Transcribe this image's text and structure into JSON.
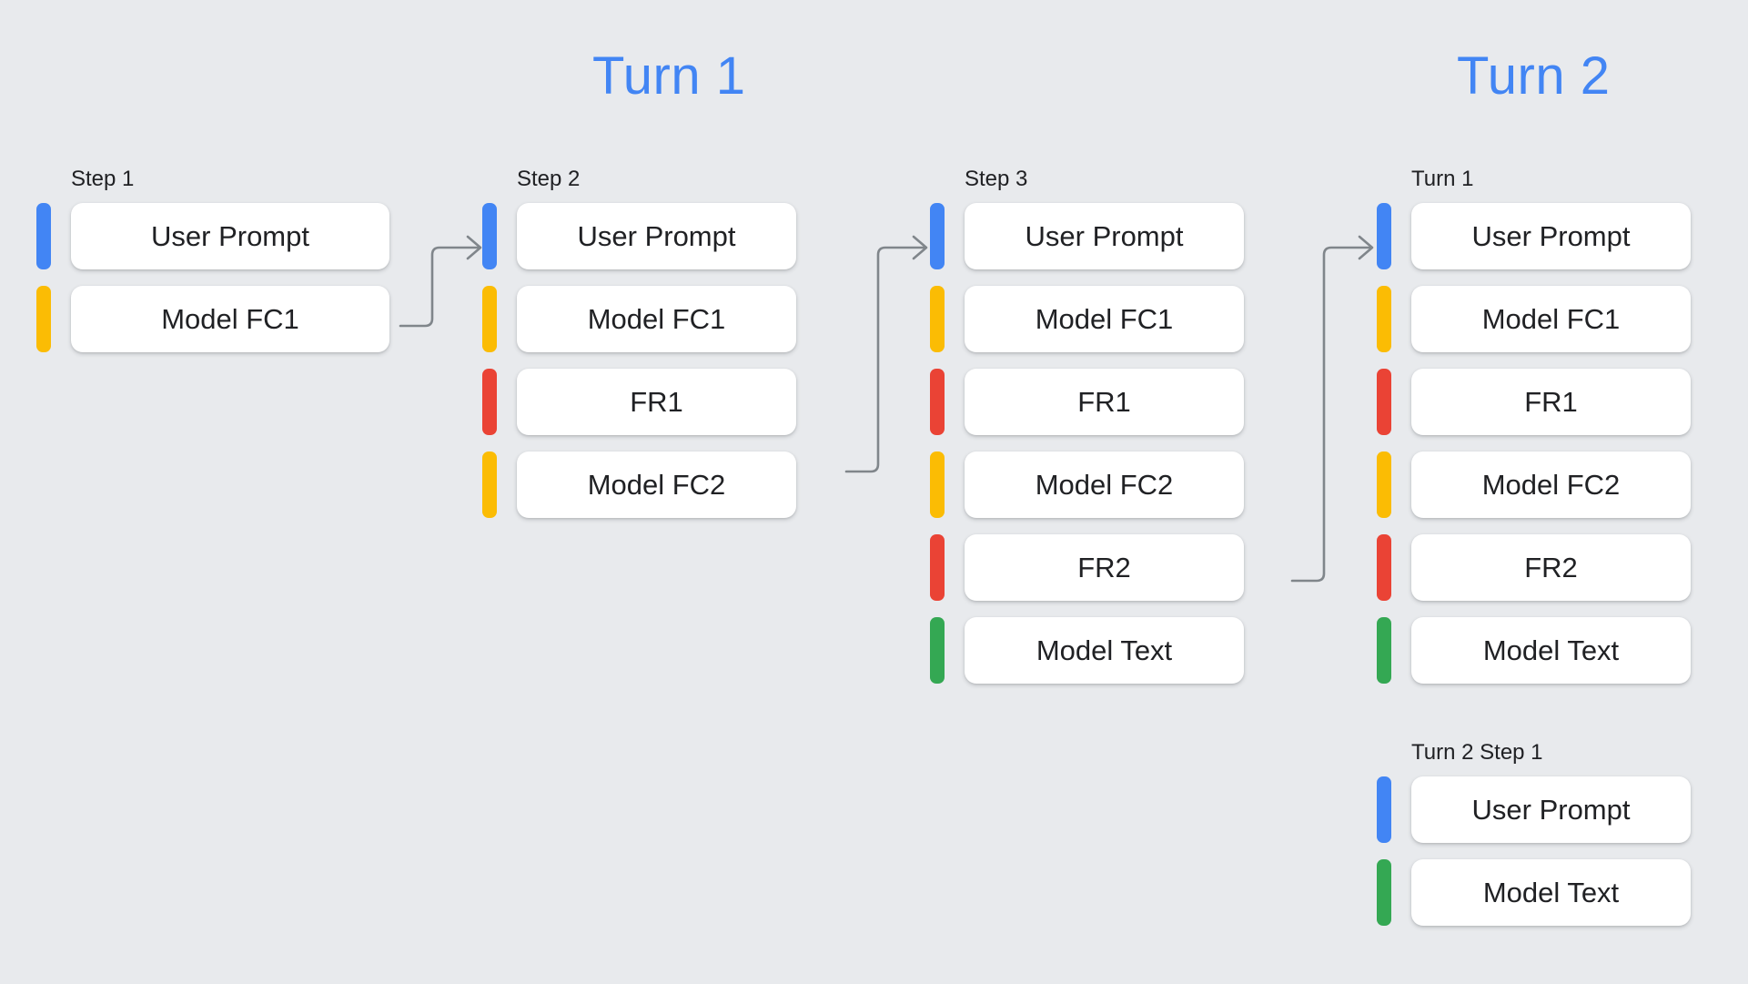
{
  "background_color": "#e8eaed",
  "accent_color": "#4285f4",
  "palette": {
    "blue": "#4285f4",
    "yellow": "#fbbc04",
    "red": "#ea4335",
    "green": "#34a853",
    "connector": "#80868b",
    "card": "#ffffff",
    "text": "#202124"
  },
  "titles": {
    "turn1": "Turn 1",
    "turn2": "Turn 2"
  },
  "groups": [
    {
      "id": "step1",
      "label": "Step 1",
      "rows": [
        {
          "label": "User Prompt",
          "color": "#4285f4",
          "color_name": "blue"
        },
        {
          "label": "Model FC1",
          "color": "#fbbc04",
          "color_name": "yellow"
        }
      ]
    },
    {
      "id": "step2",
      "label": "Step 2",
      "rows": [
        {
          "label": "User Prompt",
          "color": "#4285f4",
          "color_name": "blue"
        },
        {
          "label": "Model FC1",
          "color": "#fbbc04",
          "color_name": "yellow"
        },
        {
          "label": "FR1",
          "color": "#ea4335",
          "color_name": "red"
        },
        {
          "label": "Model FC2",
          "color": "#fbbc04",
          "color_name": "yellow"
        }
      ]
    },
    {
      "id": "step3",
      "label": "Step 3",
      "rows": [
        {
          "label": "User Prompt",
          "color": "#4285f4",
          "color_name": "blue"
        },
        {
          "label": "Model FC1",
          "color": "#fbbc04",
          "color_name": "yellow"
        },
        {
          "label": "FR1",
          "color": "#ea4335",
          "color_name": "red"
        },
        {
          "label": "Model FC2",
          "color": "#fbbc04",
          "color_name": "yellow"
        },
        {
          "label": "FR2",
          "color": "#ea4335",
          "color_name": "red"
        },
        {
          "label": "Model Text",
          "color": "#34a853",
          "color_name": "green"
        }
      ]
    },
    {
      "id": "turn1",
      "label": "Turn 1",
      "rows": [
        {
          "label": "User Prompt",
          "color": "#4285f4",
          "color_name": "blue"
        },
        {
          "label": "Model FC1",
          "color": "#fbbc04",
          "color_name": "yellow"
        },
        {
          "label": "FR1",
          "color": "#ea4335",
          "color_name": "red"
        },
        {
          "label": "Model FC2",
          "color": "#fbbc04",
          "color_name": "yellow"
        },
        {
          "label": "FR2",
          "color": "#ea4335",
          "color_name": "red"
        },
        {
          "label": "Model Text",
          "color": "#34a853",
          "color_name": "green"
        }
      ]
    },
    {
      "id": "turn2step1",
      "label": "Turn 2 Step 1",
      "rows": [
        {
          "label": "User Prompt",
          "color": "#4285f4",
          "color_name": "blue"
        },
        {
          "label": "Model Text",
          "color": "#34a853",
          "color_name": "green"
        }
      ]
    }
  ],
  "connectors": [
    {
      "id": "step1-to-step2",
      "from": "step1.Model FC1",
      "to": "step2.User Prompt"
    },
    {
      "id": "step2-to-step3",
      "from": "step2.Model FC2",
      "to": "step3.User Prompt"
    },
    {
      "id": "step3-to-turn1",
      "from": "step3.FR2",
      "to": "turn1.User Prompt"
    }
  ]
}
